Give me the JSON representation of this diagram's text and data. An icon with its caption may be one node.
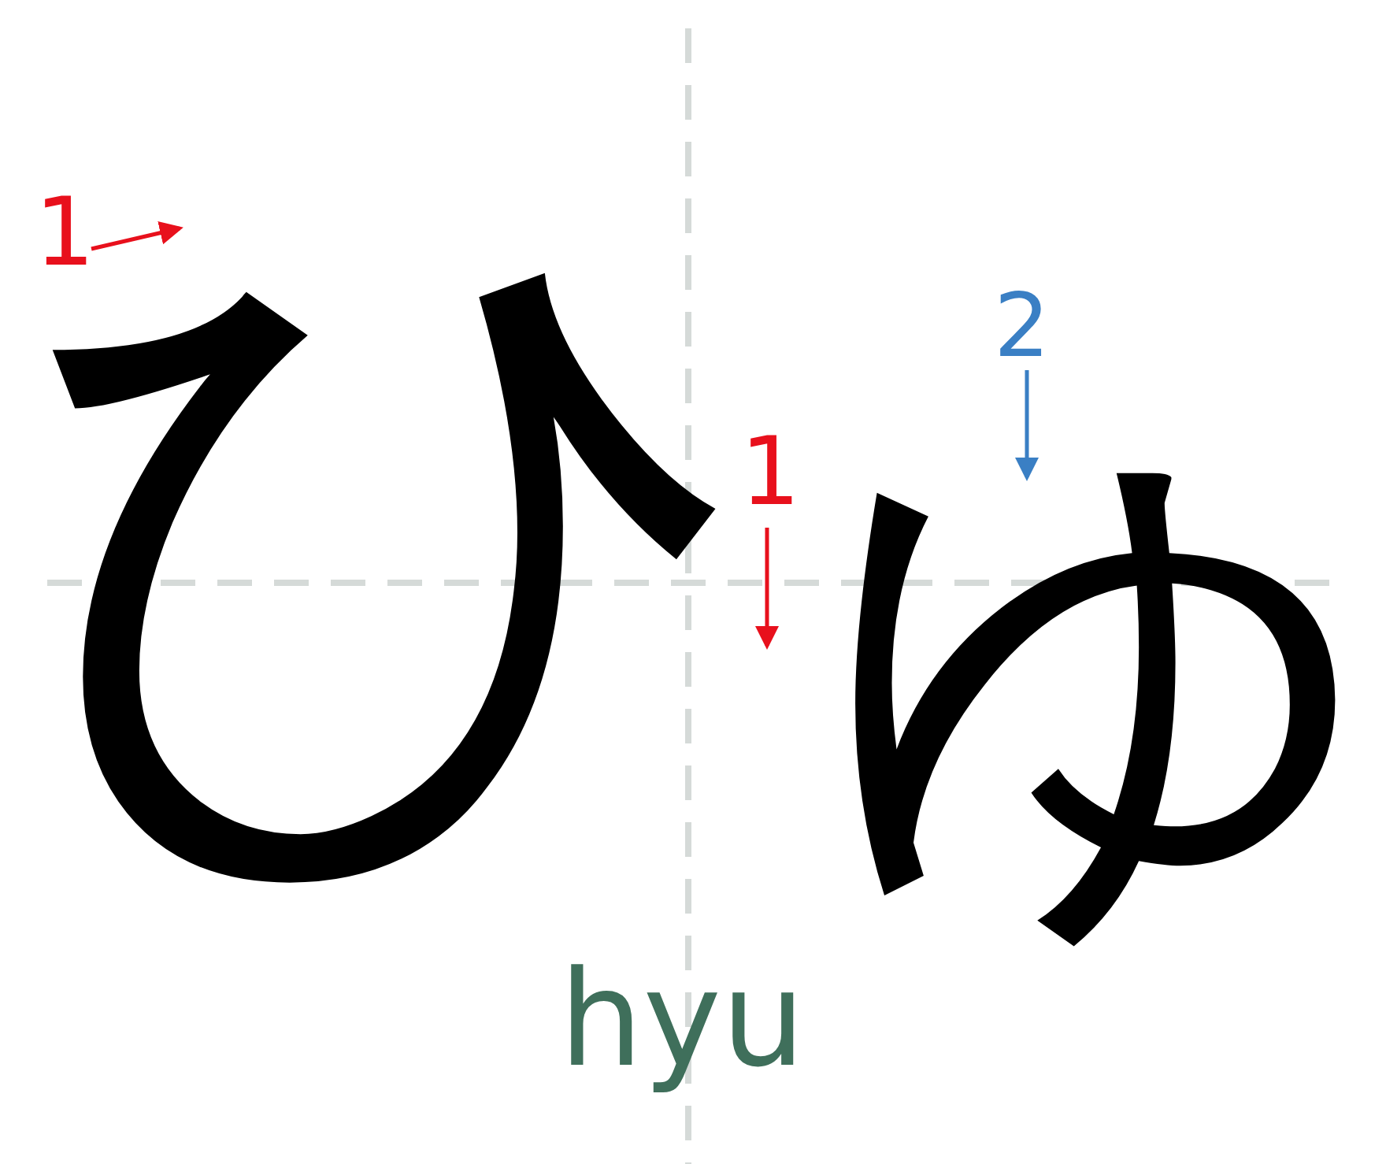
{
  "diagram": {
    "labels": [
      "1",
      "ひ",
      "2",
      "1",
      "ゅ",
      "hyu"
    ]
  }
}
